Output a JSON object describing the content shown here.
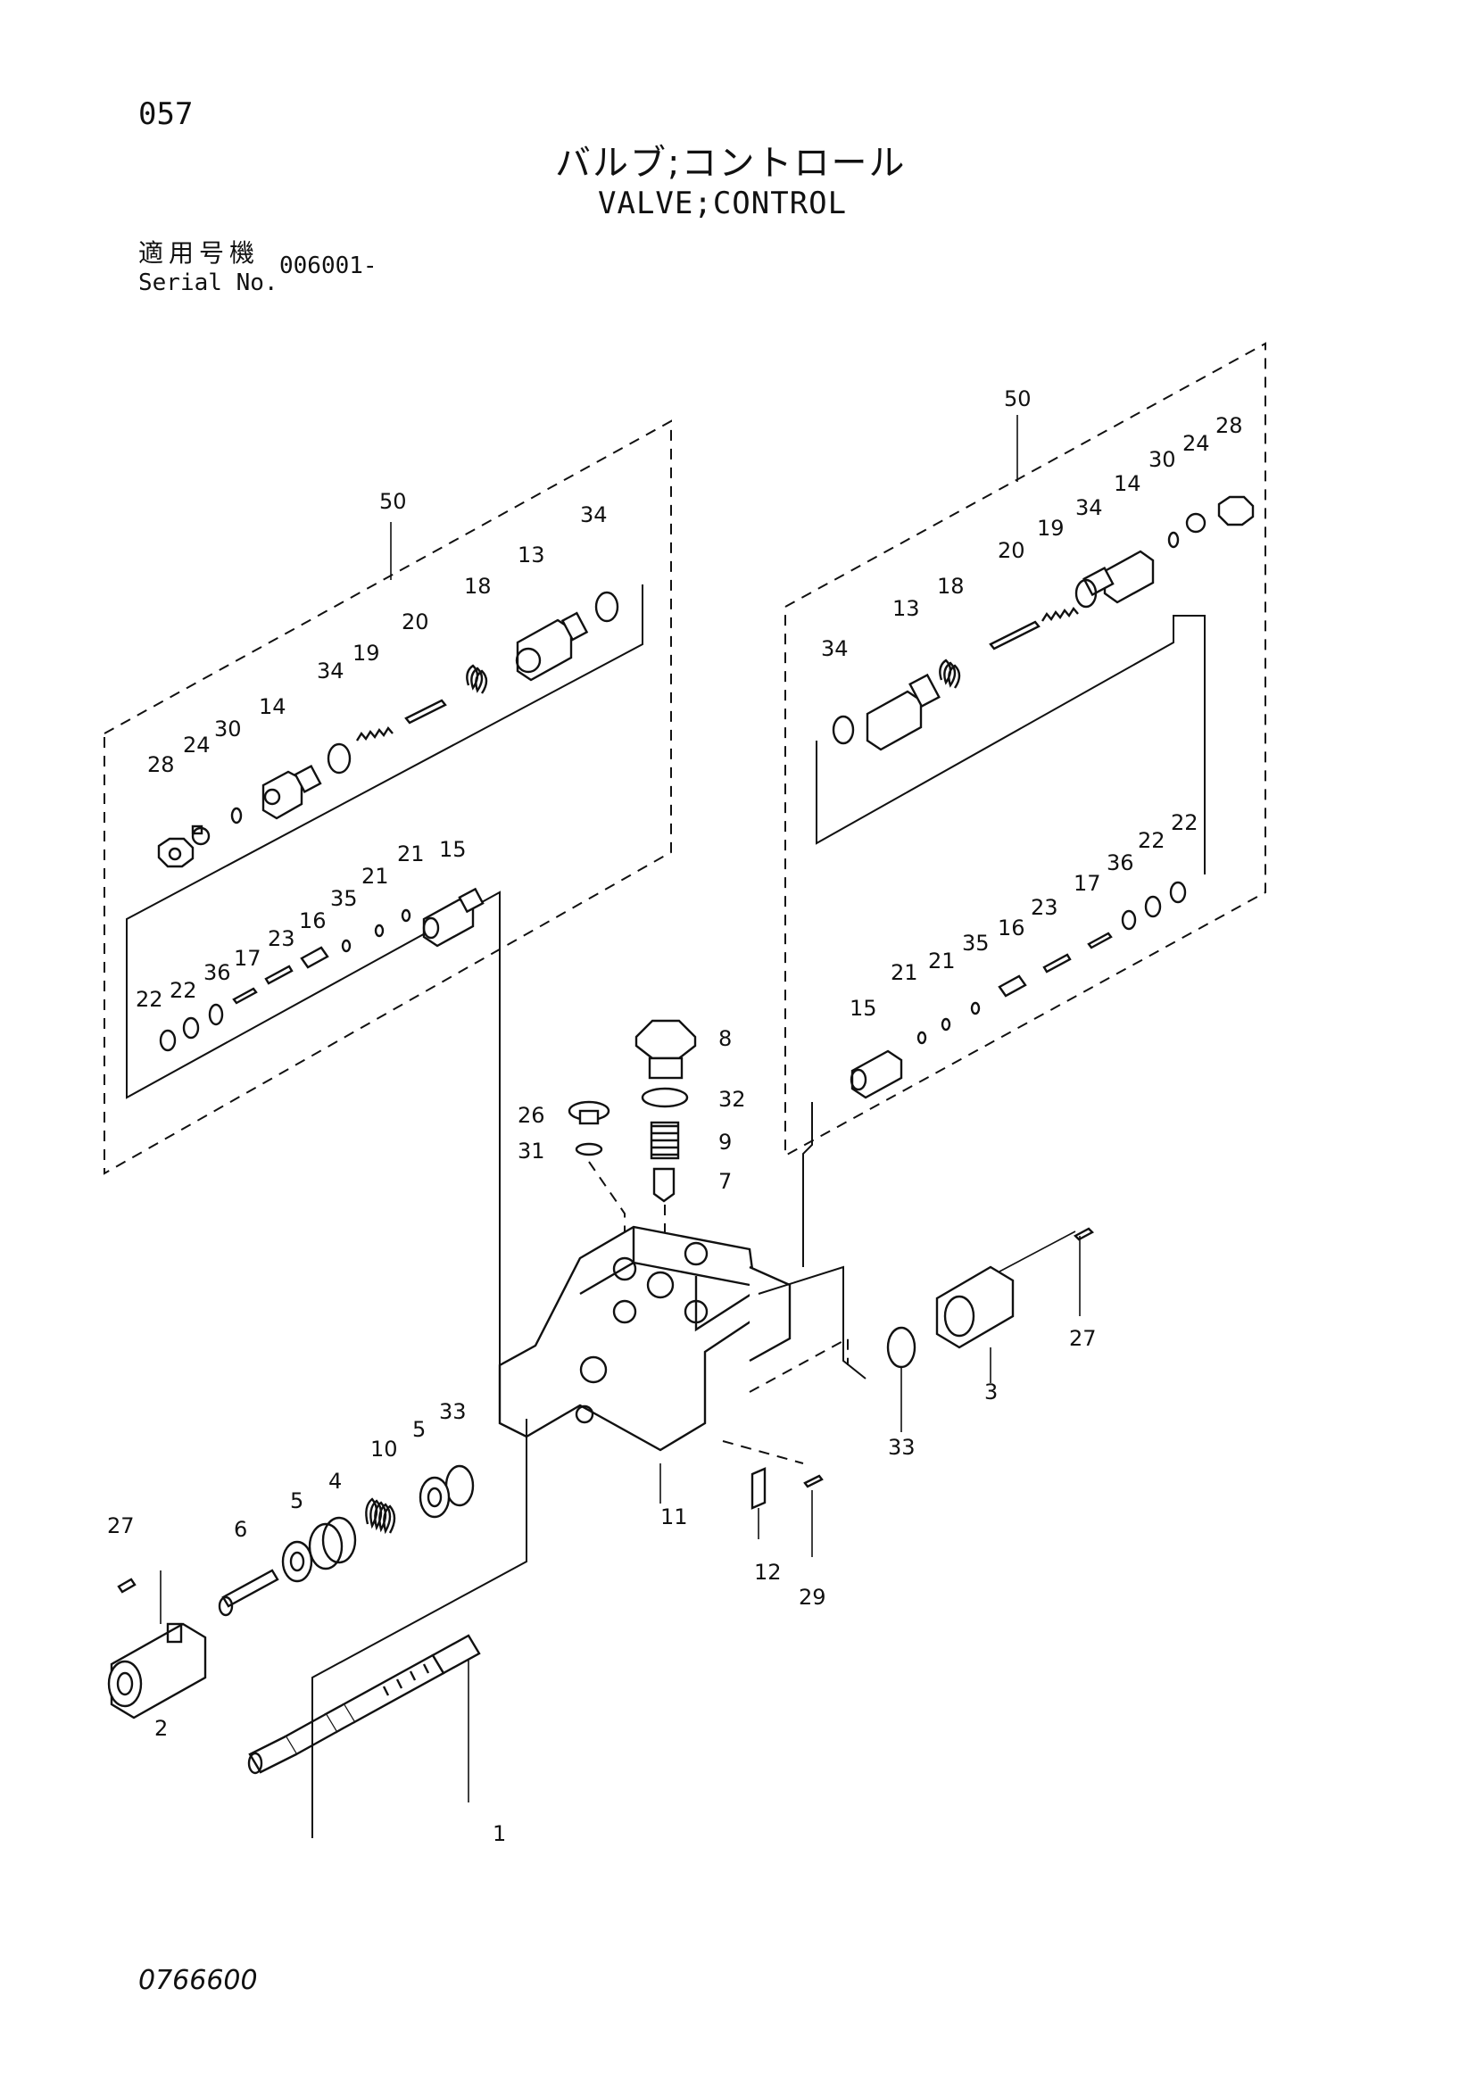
{
  "header": {
    "page_number": "057",
    "title_jp": "バルブ;コントロール",
    "title_en": "VALVE;CONTROL",
    "serial_label_jp": "適用号機",
    "serial_label_en": "Serial No.",
    "serial_value": "006001-"
  },
  "footer": {
    "code": "0766600"
  },
  "labels": {
    "kitL": "50",
    "kitR": "50",
    "L34a": "34",
    "L13": "13",
    "L18": "18",
    "L20": "20",
    "L19": "19",
    "L34b": "34",
    "L14": "14",
    "L30": "30",
    "L24": "24",
    "L28": "28",
    "L15": "15",
    "L21a": "21",
    "L21b": "21",
    "L35": "35",
    "L16": "16",
    "L23": "23",
    "L17": "17",
    "L36": "36",
    "L22a": "22",
    "L22b": "22",
    "R28": "28",
    "R24": "24",
    "R30": "30",
    "R14": "14",
    "R34a": "34",
    "R19": "19",
    "R20": "20",
    "R18": "18",
    "R13": "13",
    "R34b": "34",
    "R22a": "22",
    "R22b": "22",
    "R36": "36",
    "R17": "17",
    "R23": "23",
    "R16": "16",
    "R35": "35",
    "R21a": "21",
    "R21b": "21",
    "R15": "15",
    "C8": "8",
    "C32": "32",
    "C26": "26",
    "C31": "31",
    "C9": "9",
    "C7": "7",
    "C27r": "27",
    "C3": "3",
    "C33r": "33",
    "C11": "11",
    "C12": "12",
    "C29": "29",
    "C33l": "33",
    "C5a": "5",
    "C10": "10",
    "C5b": "5",
    "C4": "4",
    "C6": "6",
    "C27l": "27",
    "C2": "2",
    "C1": "1"
  }
}
